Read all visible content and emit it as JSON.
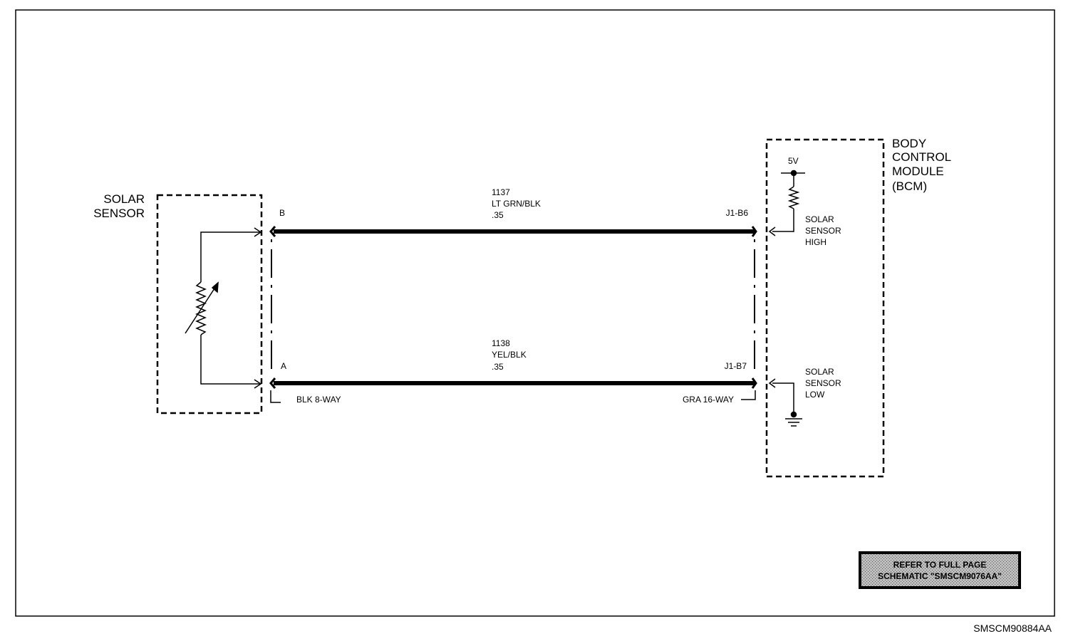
{
  "solar_sensor": {
    "line1": "SOLAR",
    "line2": "SENSOR"
  },
  "bcm": {
    "line1": "BODY",
    "line2": "CONTROL",
    "line3": "MODULE",
    "line4": "(BCM)"
  },
  "supply_voltage": "5V",
  "wire_high": {
    "circuit": "1137",
    "color": "LT GRN/BLK",
    "gauge": ".35",
    "sensor_pin": "B",
    "bcm_pin": "J1-B6",
    "bcm_label": [
      "SOLAR",
      "SENSOR",
      "HIGH"
    ]
  },
  "wire_low": {
    "circuit": "1138",
    "color": "YEL/BLK",
    "gauge": ".35",
    "sensor_pin": "A",
    "bcm_pin": "J1-B7",
    "bcm_label": [
      "SOLAR",
      "SENSOR",
      "LOW"
    ]
  },
  "sensor_connector": "BLK 8-WAY",
  "bcm_connector": "GRA 16-WAY",
  "reference_note": {
    "line1": "REFER TO FULL PAGE",
    "line2": "SCHEMATIC \"SMSCM9076AA\""
  },
  "figure_id": "SMSCM90884AA"
}
